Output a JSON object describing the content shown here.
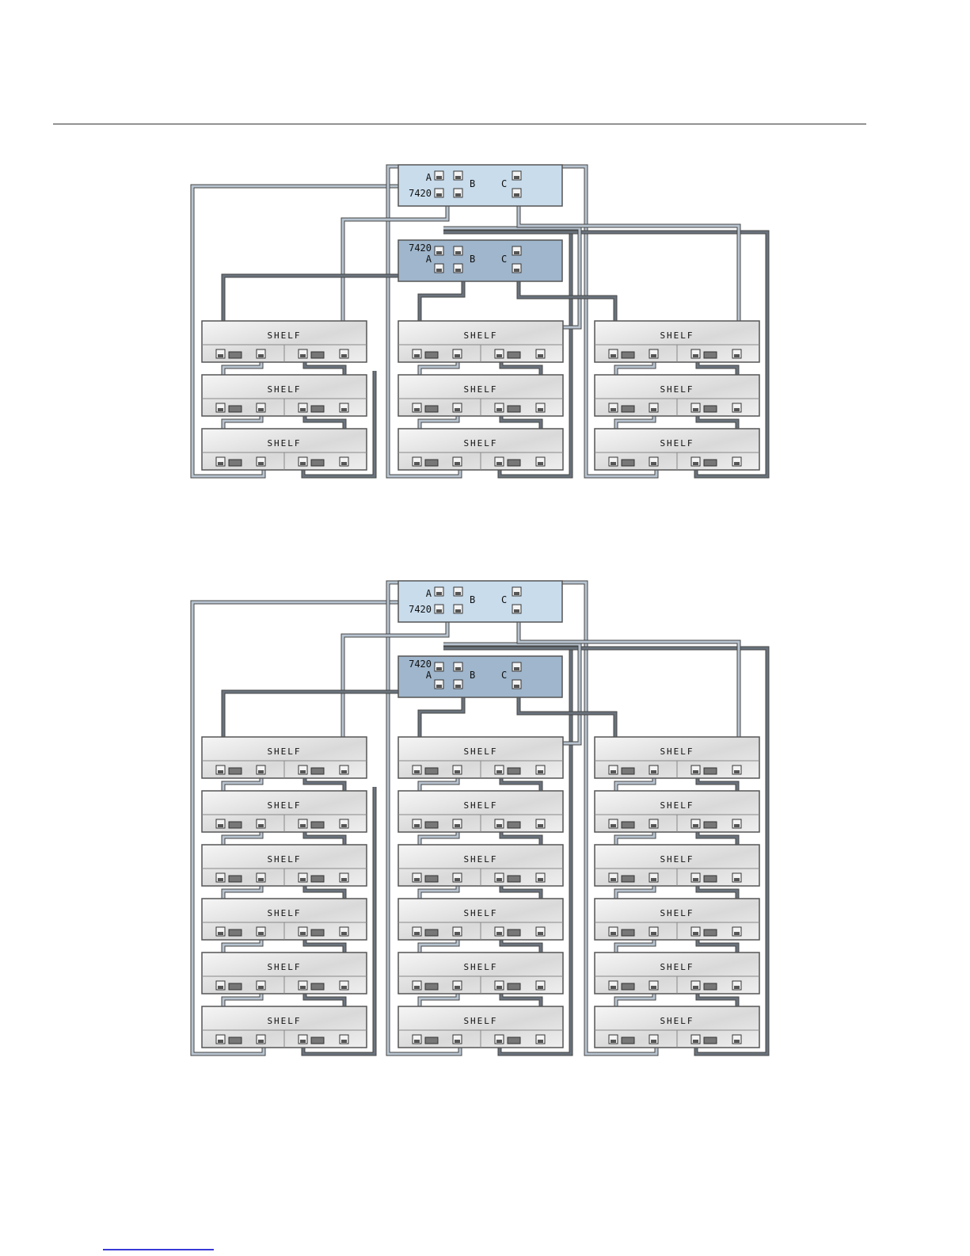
{
  "colors": {
    "controller_light": "#c8dcec",
    "controller_dark": "#9fb6cc",
    "cable_light": "#b8c4d0",
    "cable_dark": "#6a737d",
    "shelf_face": "#e6e6e6",
    "shelf_border": "#555555"
  },
  "diagrams": [
    {
      "name": "configuration-3-shelves-per-chain",
      "controllers": [
        {
          "name": "controller-1",
          "port_a": "A",
          "model": "7420",
          "port_b": "B",
          "port_c": "C"
        },
        {
          "name": "controller-2",
          "model": "7420",
          "port_a": "A",
          "port_b": "B",
          "port_c": "C"
        }
      ],
      "shelves_per_chain": 3,
      "chains": 3,
      "shelf_label": "SHELF"
    },
    {
      "name": "configuration-6-shelves-per-chain",
      "controllers": [
        {
          "name": "controller-1",
          "port_a": "A",
          "model": "7420",
          "port_b": "B",
          "port_c": "C"
        },
        {
          "name": "controller-2",
          "model": "7420",
          "port_a": "A",
          "port_b": "B",
          "port_c": "C"
        }
      ],
      "shelves_per_chain": 6,
      "chains": 3,
      "shelf_label": "SHELF"
    }
  ]
}
